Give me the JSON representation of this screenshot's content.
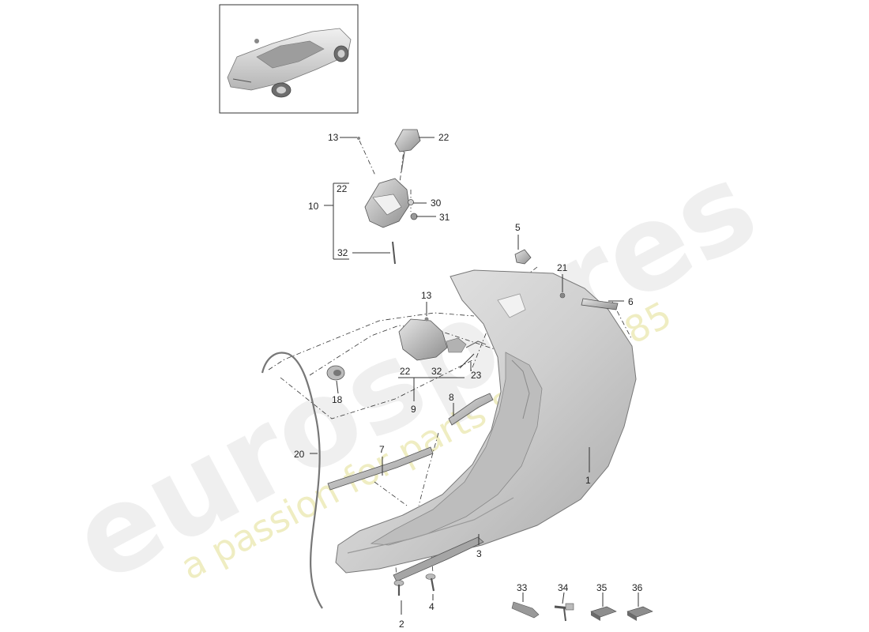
{
  "watermark": {
    "brand": "eurospares",
    "tagline": "a passion for parts since 1985"
  },
  "callouts": {
    "n1": "1",
    "n2": "2",
    "n3": "3",
    "n4": "4",
    "n5": "5",
    "n6": "6",
    "n7": "7",
    "n8": "8",
    "n9": "9",
    "n10": "10",
    "n13a": "13",
    "n13b": "13",
    "n18": "18",
    "n20": "20",
    "n21": "21",
    "n22a": "22",
    "n22b": "22",
    "n22c": "22",
    "n23": "23",
    "n30": "30",
    "n31": "31",
    "n32a": "32",
    "n32b": "32",
    "n33": "33",
    "n34": "34",
    "n35": "35",
    "n36": "36"
  },
  "colors": {
    "panel_fill": "#d4d4d4",
    "panel_shadow": "#a9a9a9",
    "line": "#333333"
  }
}
